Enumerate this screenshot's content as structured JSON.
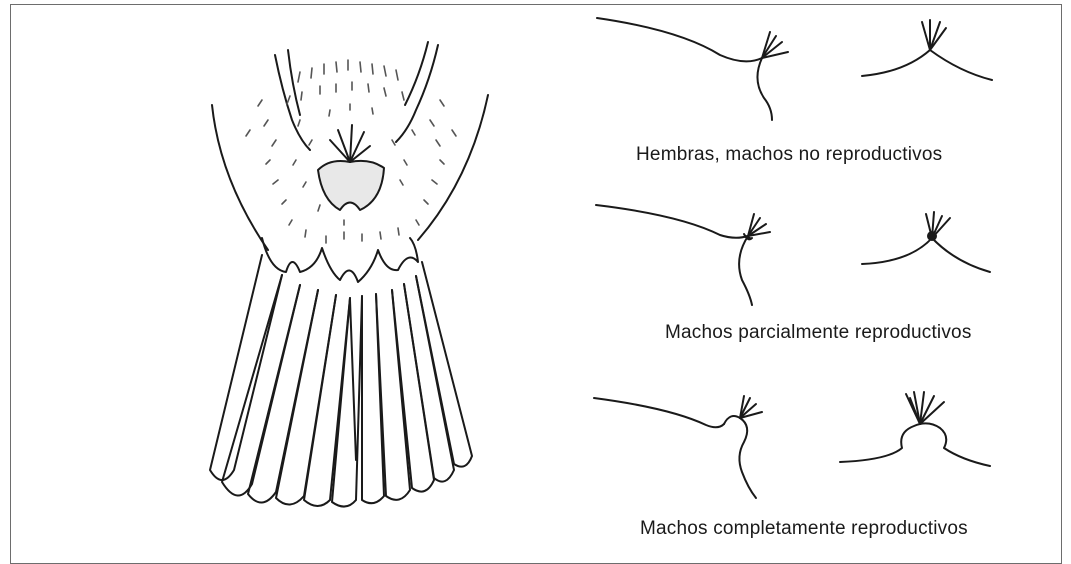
{
  "captions": {
    "females_nonbreeding": "Hembras, machos no reproductivos",
    "males_partial": "Machos parcialmente reproductivos",
    "males_full": "Machos completamente reproductivos"
  },
  "colors": {
    "ink": "#1a1a1a",
    "frame": "#6d6d6d",
    "stipple": "#555555"
  }
}
